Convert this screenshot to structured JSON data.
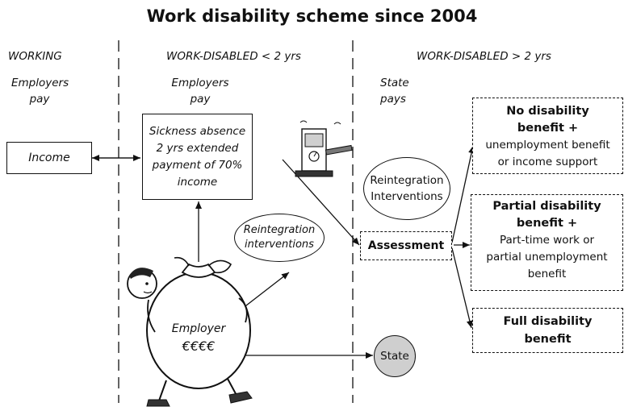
{
  "title": "Work disability scheme since 2004",
  "columns": [
    {
      "heading": "WORKING",
      "payer": "Employers pay"
    },
    {
      "heading": "WORK-DISABLED < 2 yrs",
      "payer": "Employers pay"
    },
    {
      "heading": "WORK-DISABLED > 2 yrs",
      "payer": "State pays"
    }
  ],
  "payer_lines": {
    "col1": [
      "Employers",
      "pay"
    ],
    "col2": [
      "Employers",
      "pay"
    ],
    "col3": [
      "State",
      "pays"
    ]
  },
  "nodes": {
    "income": "Income",
    "sickness_absence": [
      "Sickness absence",
      "2 yrs extended",
      "payment of 70%",
      "income"
    ],
    "reintegration_employer": [
      "Reintegration",
      "interventions"
    ],
    "reintegration_state": [
      "Reintegration",
      "Interventions"
    ],
    "assessment": "Assessment",
    "employer_bag": [
      "Employer",
      "€€€€"
    ],
    "state": "State"
  },
  "outcomes": [
    {
      "title": [
        "No disability",
        "benefit +"
      ],
      "detail": [
        "unemployment benefit",
        "or income support"
      ]
    },
    {
      "title": [
        "Partial disability",
        "benefit +"
      ],
      "detail": [
        "Part-time work or",
        "partial unemployment",
        "benefit"
      ]
    },
    {
      "title": [
        "Full disability",
        "benefit"
      ],
      "detail": []
    }
  ]
}
